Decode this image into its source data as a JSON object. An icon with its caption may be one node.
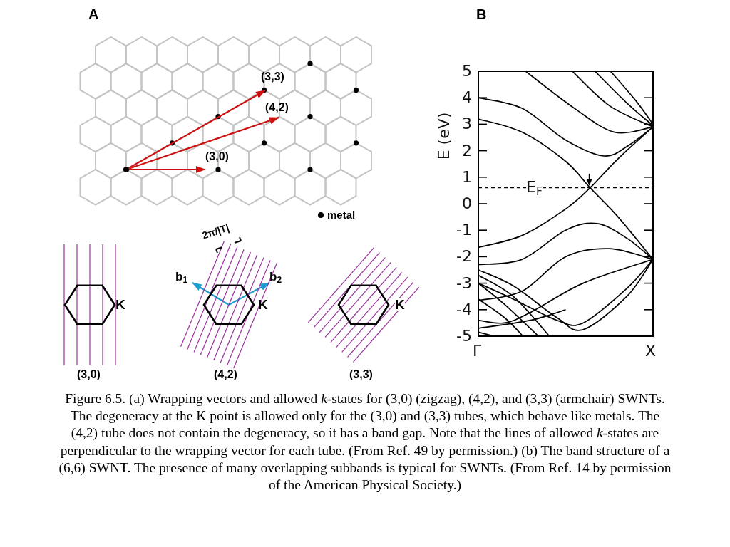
{
  "diagram": {
    "caption": "Figure 6.5. (a) Wrapping vectors and allowed *k*-states for (3,0) (zigzag), (4,2), and (3,3) (armchair) SWNTs.  The degeneracy at the K point is allowed only for the (3,0) and (3,3) tubes, which behave like metals.  The (4,2) tube does not contain the degeneracy, so it has a band gap.  Note that the lines of allowed *k*-states are perpendicular to the wrapping vector for each tube.  (From Ref. 49 by permission.)  (b) The band structure of a (6,6) SWNT.  The presence of many overlapping subbands is typical for SWNTs.  (From Ref. 14 by permission of the American Physical Society.)",
    "nodes": [
      {
        "text": [],
        "shape": "circle"
      },
      {
        "text": [
          "(3,3)"
        ]
      },
      {
        "text": [
          "(4,2)"
        ]
      },
      {
        "text": [
          "(3,0)"
        ]
      },
      {
        "text": [
          "b$_{1}$"
        ]
      },
      {
        "text": [
          "b$_{2}$"
        ]
      }
    ],
    "edges": [
      {
        "from": 0,
        "to": 1,
        "arrow": "to"
      },
      {
        "from": 0,
        "to": 2,
        "arrow": "to"
      },
      {
        "from": 0,
        "to": 3,
        "arrow": "to"
      },
      {
        "from": null,
        "to": 4,
        "arrow": "to",
        "color": "#1e9fd2"
      },
      {
        "from": null,
        "to": 5,
        "arrow": "to",
        "color": "#1e9fd2"
      }
    ],
    "labels": [
      "A",
      "B",
      "2π/|T|",
      "K",
      "K",
      "K",
      "(3,0)",
      "(4,2)",
      "(3,3)",
      "5",
      "4",
      "3",
      "2",
      "1",
      "0",
      "-1",
      "-2",
      "-3",
      "-4",
      "-5",
      "E (eV)",
      "E$_{F}$",
      "Γ",
      "X"
    ],
    "legend": [
      {
        "text": "metal"
      }
    ]
  }
}
